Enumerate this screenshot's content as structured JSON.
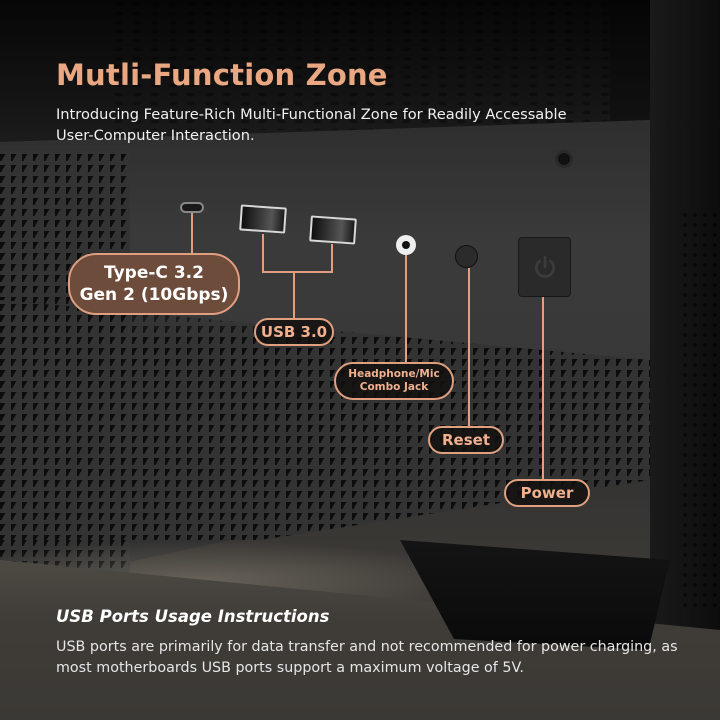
{
  "header": {
    "title": "Mutli-Function Zone",
    "subtitle": "Introducing Feature-Rich Multi-Functional Zone for Readily Accessable User-Computer Interaction."
  },
  "callouts": {
    "type_c": "Type-C 3.2 Gen 2 (10Gbps)",
    "type_c_line1": "Type-C 3.2",
    "type_c_line2": "Gen 2 (10Gbps)",
    "usb": "USB 3.0",
    "jack_line1": "Headphone/Mic",
    "jack_line2": "Combo Jack",
    "reset": "Reset",
    "power": "Power"
  },
  "ports": {
    "icons": [
      "usb-c-port-icon",
      "usb-a-port-icon",
      "usb-a-port-icon",
      "audio-jack-icon",
      "reset-button-icon",
      "power-icon"
    ]
  },
  "instructions": {
    "heading": "USB Ports Usage Instructions",
    "body": "USB ports are primarily for data transfer and not recommended for power charging, as most motherboards USB ports support a maximum voltage of 5V."
  },
  "colors": {
    "accent": "#e9a782",
    "callout_border": "#e0a080",
    "typec_fill": "#6e4c3c"
  }
}
